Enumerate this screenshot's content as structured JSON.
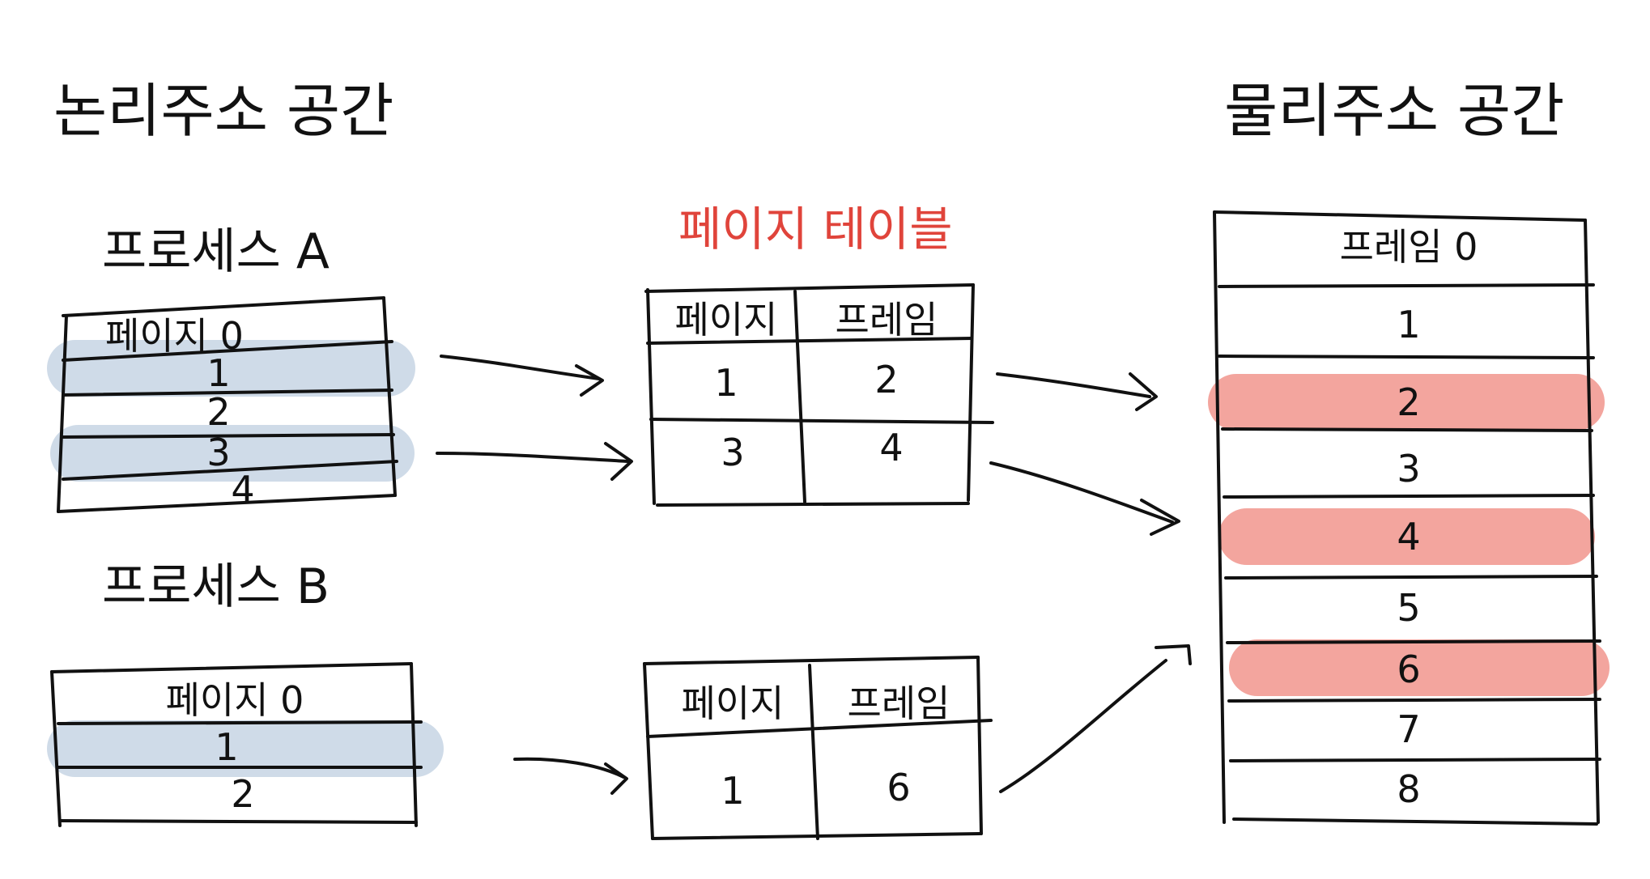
{
  "headings": {
    "logical": "논리주소 공간",
    "physical": "물리주소 공간",
    "page_table": "페이지 테이블"
  },
  "process_a": {
    "title": "프로세스 A",
    "pages": [
      "페이지 0",
      "1",
      "2",
      "3",
      "4"
    ],
    "highlighted": [
      "1",
      "3"
    ]
  },
  "process_b": {
    "title": "프로세스 B",
    "pages": [
      "페이지 0",
      "1",
      "2"
    ],
    "highlighted": [
      "1"
    ]
  },
  "table_a": {
    "headers": [
      "페이지",
      "프레임"
    ],
    "rows": [
      [
        "1",
        "2"
      ],
      [
        "3",
        "4"
      ]
    ]
  },
  "table_b": {
    "headers": [
      "페이지",
      "프레임"
    ],
    "rows": [
      [
        "1",
        "6"
      ]
    ]
  },
  "physical": {
    "frames": [
      "프레임 0",
      "1",
      "2",
      "3",
      "4",
      "5",
      "6",
      "7",
      "8"
    ],
    "highlighted": [
      "2",
      "4",
      "6"
    ]
  },
  "colors": {
    "ink": "#111111",
    "red": "#e0443b",
    "logical_highlight": "#cfdbe8",
    "physical_highlight": "#f3a59e"
  }
}
